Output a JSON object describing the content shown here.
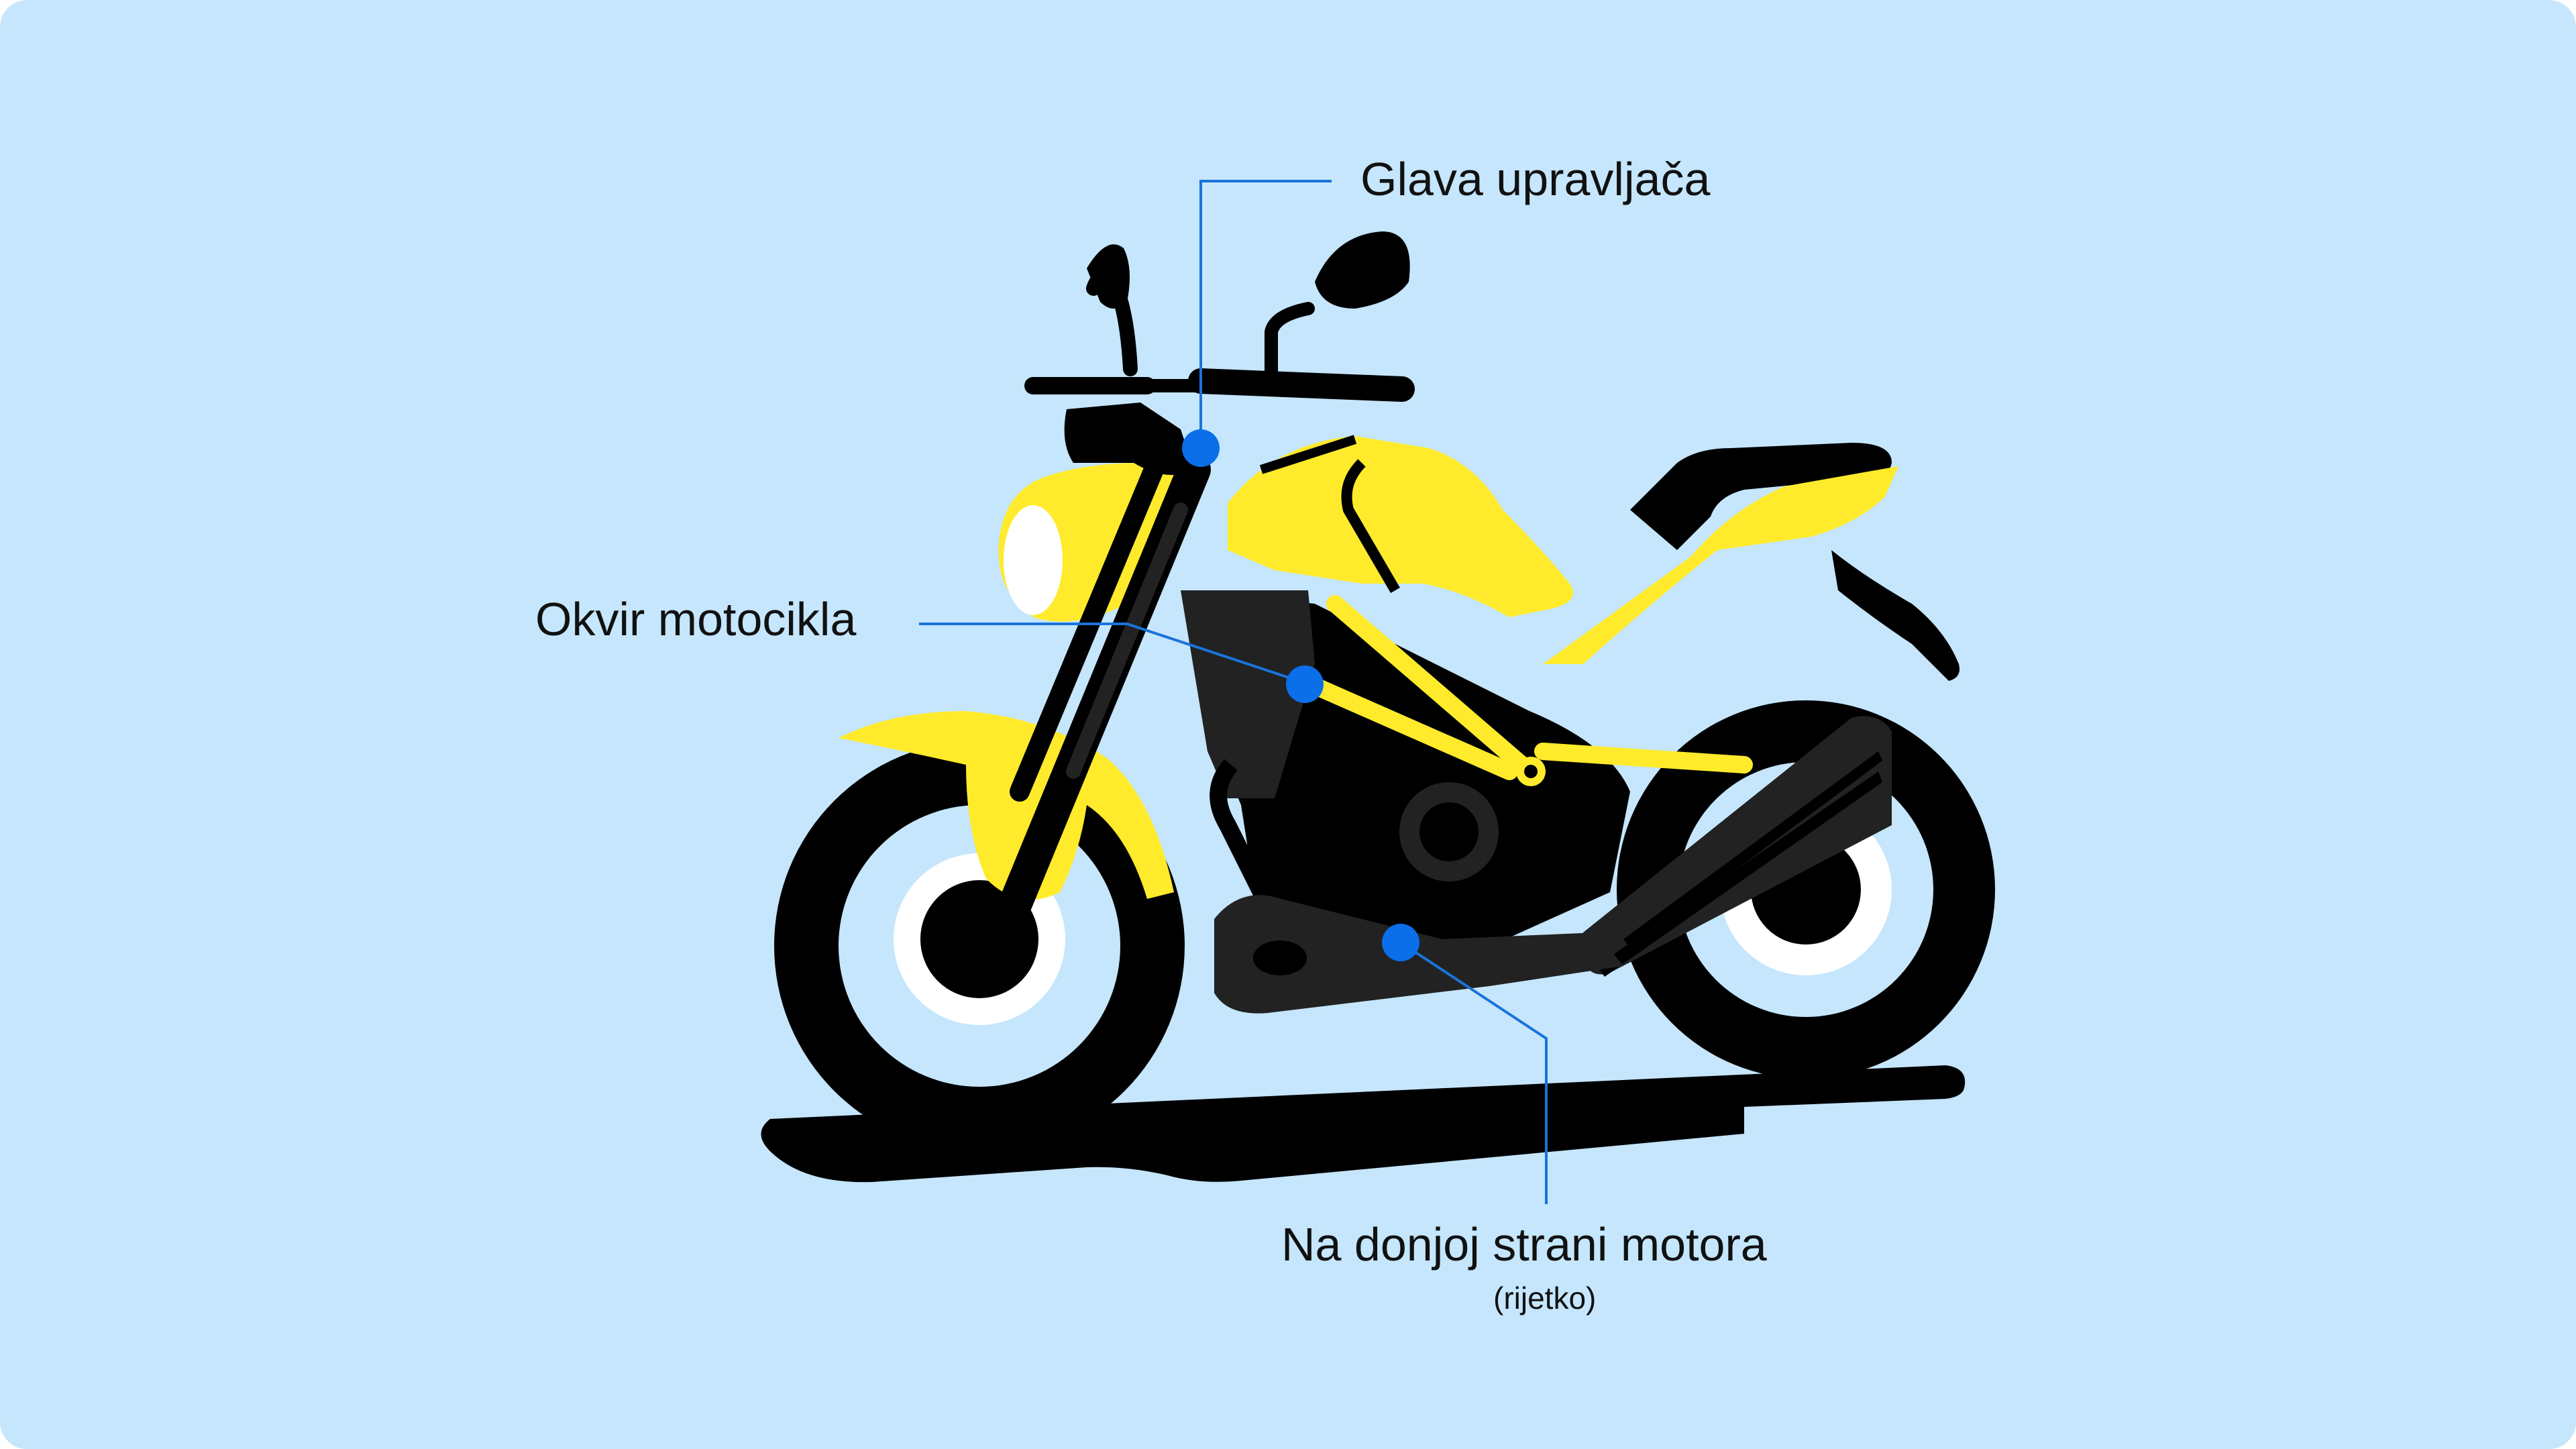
{
  "colors": {
    "background": "#c5e6fc",
    "body_yellow": "#ffeb2b",
    "frame_black": "#000000",
    "engine_dark": "#222222",
    "marker_blue": "#0a6fe8",
    "leader_line": "#1a73d9",
    "wheel_white": "#ffffff"
  },
  "callouts": {
    "handlebar_head": {
      "label": "Glava upravljača"
    },
    "frame": {
      "label": "Okvir motocikla"
    },
    "engine_bottom": {
      "label": "Na donjoj strani motora",
      "note": "(rijetko)"
    }
  }
}
